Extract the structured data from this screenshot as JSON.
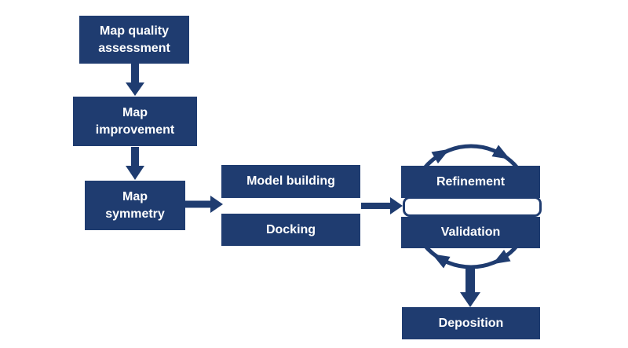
{
  "colors": {
    "background": "#ffffff",
    "node_fill": "#1f3c70",
    "node_text": "#ffffff",
    "arrow": "#1f3c70"
  },
  "nodes": {
    "map_quality": {
      "label": "Map quality assessment"
    },
    "map_improvement": {
      "label": "Map improvement"
    },
    "map_symmetry": {
      "label": "Map symmetry"
    },
    "model_building": {
      "label": "Model building"
    },
    "docking": {
      "label": "Docking"
    },
    "refinement": {
      "label": "Refinement"
    },
    "validation": {
      "label": "Validation"
    },
    "deposition": {
      "label": "Deposition"
    }
  },
  "edges": [
    {
      "from": "Map quality assessment",
      "to": "Map improvement",
      "type": "arrow-down"
    },
    {
      "from": "Map improvement",
      "to": "Map symmetry",
      "type": "arrow-down"
    },
    {
      "from": "Map symmetry",
      "to": "Model building / Docking",
      "type": "arrow-right"
    },
    {
      "from": "Model building / Docking",
      "to": "Refinement / Validation",
      "type": "arrow-right"
    },
    {
      "from": "Refinement",
      "to": "Validation",
      "type": "clockwise-cycle"
    },
    {
      "from": "Refinement / Validation cycle",
      "to": "Deposition",
      "type": "arrow-down"
    }
  ]
}
